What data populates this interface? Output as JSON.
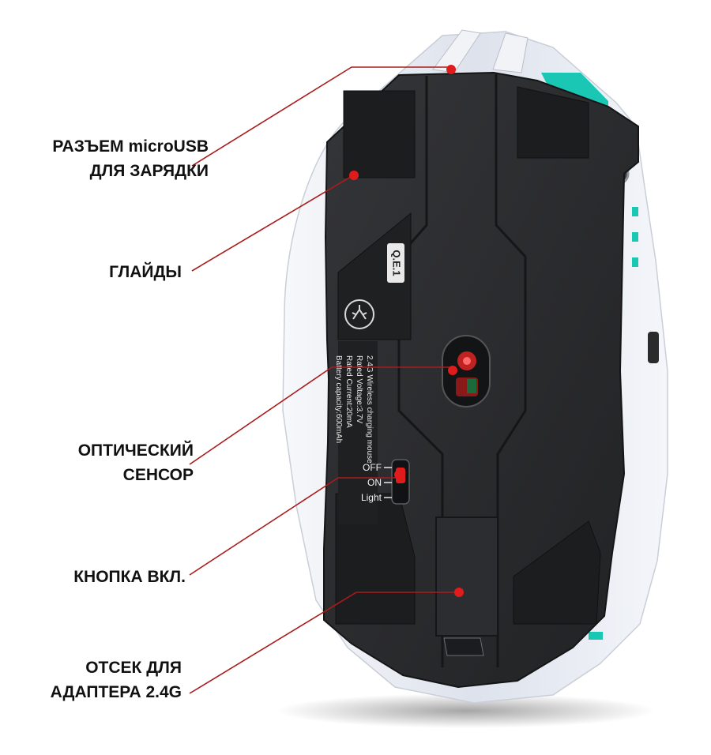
{
  "colors": {
    "accent": "#e01b1b",
    "leader_line": "#a81c1c",
    "body_dark": "#2a2b2d",
    "shell_white": "#e9ecf2",
    "rgb_strip": "#19c7b4"
  },
  "callouts": [
    {
      "id": "usb",
      "lines": [
        "РАЗЪЕМ microUSB",
        "ДЛЯ ЗАРЯДКИ"
      ]
    },
    {
      "id": "glides",
      "lines": [
        "ГЛАЙДЫ"
      ]
    },
    {
      "id": "sensor",
      "lines": [
        "ОПТИЧЕСКИЙ",
        "СЕНСОР"
      ]
    },
    {
      "id": "power",
      "lines": [
        "КНОПКА ВКЛ."
      ]
    },
    {
      "id": "dongle",
      "lines": [
        "ОТСЕК ДЛЯ",
        "АДАПТЕРА 2.4G"
      ]
    }
  ],
  "mouse": {
    "model_badge": "Q.E.1",
    "spec_lines": [
      "2.4G Wireless charging mouse",
      "Rated Voltage:3.7V",
      "Rated Current:20mA",
      "Battery capacity:600mAh"
    ],
    "switch_positions": [
      "OFF",
      "ON",
      "Light"
    ],
    "icons": [
      "scorpion-logo-icon"
    ]
  }
}
